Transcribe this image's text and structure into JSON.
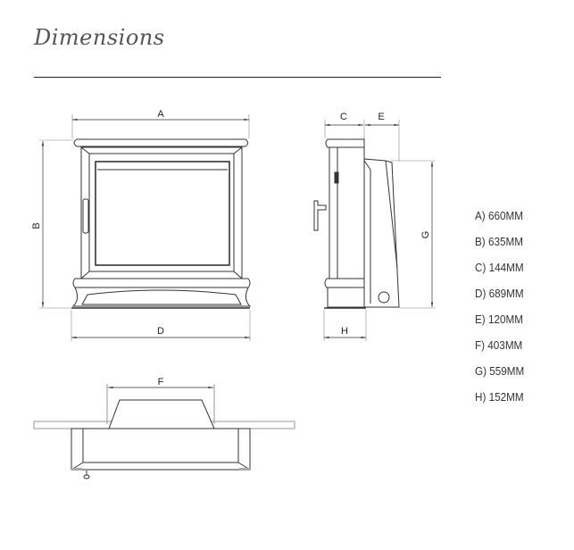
{
  "title": "Dimensions",
  "labels": {
    "a": "A",
    "b": "B",
    "c": "C",
    "d": "D",
    "e": "E",
    "f": "F",
    "g": "G",
    "h": "H"
  },
  "legend": [
    {
      "text": "A) 660MM"
    },
    {
      "text": "B) 635MM"
    },
    {
      "text": "C) 144MM"
    },
    {
      "text": "D) 689MM"
    },
    {
      "text": "E) 120MM"
    },
    {
      "text": "F) 403MM"
    },
    {
      "text": "G) 559MM"
    },
    {
      "text": "H) 152MM"
    }
  ]
}
